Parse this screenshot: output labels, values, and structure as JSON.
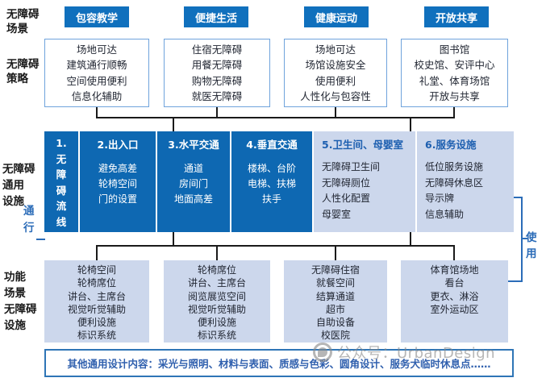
{
  "colors": {
    "scene_button_blue": "#1070bd",
    "band_dark_blue": "#0e68b2",
    "light_blue_bg": "#ccd7ec",
    "label_blue": "#2b6cb8",
    "light_section_header_blue": "#1d5fb0",
    "footer_text_blue": "#3060ae",
    "footer_border_blue": "#2e75b6",
    "strategy_box_border": "#6fa3dc",
    "connector_black": "#1a1a1a",
    "watermark_gray": "#8a8a8a"
  },
  "left_labels": {
    "scene": [
      "无障碍",
      "场景"
    ],
    "strategy": [
      "无障碍",
      "策略"
    ],
    "general": [
      "无障碍",
      "通用",
      "设施"
    ],
    "passage": [
      "通",
      "行"
    ],
    "function": [
      "功能",
      "场景",
      "无障碍",
      "设施"
    ],
    "use": [
      "使",
      "用"
    ]
  },
  "scenes": [
    {
      "title": "包容教学",
      "strategies": [
        "场地可达",
        "建筑通行顺畅",
        "空间使用便利",
        "信息化辅助"
      ]
    },
    {
      "title": "便捷生活",
      "strategies": [
        "住宿无障碍",
        "用餐无障碍",
        "购物无障碍",
        "就医无障碍"
      ]
    },
    {
      "title": "健康运动",
      "strategies": [
        "场地可达",
        "场馆设施安全",
        "使用便利",
        "人性化与包容性"
      ]
    },
    {
      "title": "开放共享",
      "strategies": [
        "图书馆",
        "校史馆、安评中心",
        "礼堂、体育场馆",
        "开放与共享"
      ]
    }
  ],
  "general_facilities": [
    {
      "title_lines": [
        "1.",
        "无",
        "障",
        "碍",
        "流",
        "线"
      ],
      "style": "dark"
    },
    {
      "title": "2.出入口",
      "items": [
        "避免高差",
        "轮椅空间",
        "门的设置"
      ],
      "style": "dark"
    },
    {
      "title": "3.水平交通",
      "items": [
        "通道",
        "房间门",
        "地面高差"
      ],
      "style": "dark"
    },
    {
      "title": "4.垂直交通",
      "items": [
        "楼梯、台阶",
        "电梯、扶梯",
        "扶手"
      ],
      "style": "dark"
    },
    {
      "title": "5.卫生间、母婴室",
      "items": [
        "无障碍卫生间",
        "无障碍厕位",
        "人性化配置",
        "母婴室"
      ],
      "style": "light"
    },
    {
      "title": "6.服务设施",
      "items": [
        "低位服务设施",
        "无障碍休息区",
        "导示牌",
        "信息辅助"
      ],
      "style": "light"
    }
  ],
  "function_boxes": [
    {
      "items": [
        "轮椅空间",
        "轮椅席位",
        "讲台、主席台",
        "视觉听觉辅助",
        "便利设施",
        "标识系统"
      ]
    },
    {
      "items": [
        "轮椅席位",
        "讲台、主席台",
        "阅览展览空间",
        "视觉听觉辅助",
        "便利设施",
        "标识系统"
      ]
    },
    {
      "items": [
        "无障碍住宿",
        "就餐空间",
        "结算通道",
        "超市",
        "自助设备",
        "校医院"
      ]
    },
    {
      "items": [
        "体育馆场地",
        "看台",
        "更衣、淋浴",
        "室外运动区"
      ]
    }
  ],
  "footer": {
    "text": "其他通用设计内容：采光与照明、材料与表面、质感与色彩、圆角设计、服务犬临时休息点……"
  },
  "watermark": {
    "text": "公众号：UrbanDesign"
  }
}
